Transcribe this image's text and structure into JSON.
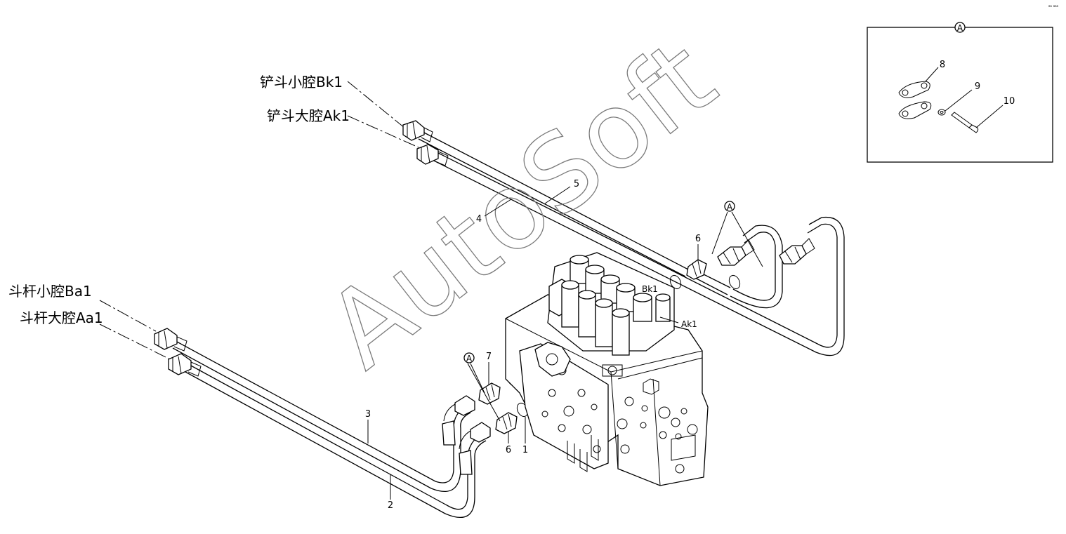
{
  "labels": {
    "bucket_rod_port": "铲斗小腔Bk1",
    "bucket_head_port": "铲斗大腔Ak1",
    "arm_rod_port": "斗杆小腔Ba1",
    "arm_head_port": "斗杆大腔Aa1",
    "port_bk": "Bk1",
    "port_ak": "Ak1"
  },
  "callouts": [
    "1",
    "2",
    "3",
    "4",
    "5",
    "6",
    "6",
    "7",
    "8",
    "9",
    "10"
  ],
  "detail": {
    "marker": "A",
    "items": [
      "8",
      "9",
      "10"
    ]
  },
  "detail_markers": [
    "A",
    "A"
  ],
  "watermark": "AutoSoft",
  "corner_mark": "⁸⁸ ⁸⁸⁸"
}
